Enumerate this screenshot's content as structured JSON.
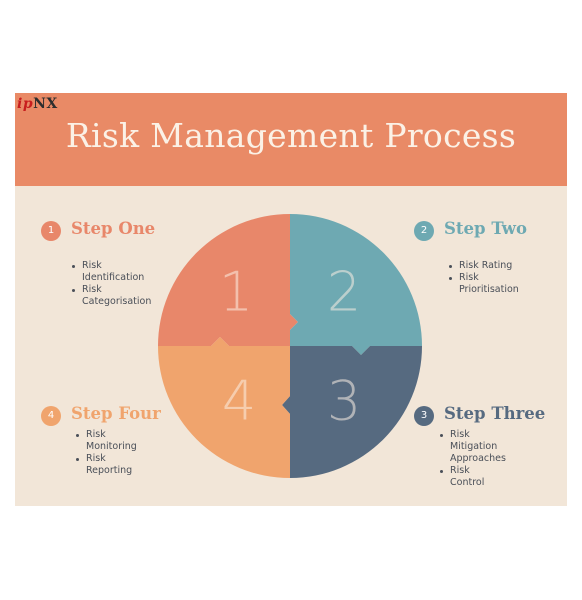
{
  "logo": {
    "part1": "ip",
    "part2": "NX"
  },
  "title": "Risk Management Process",
  "colors": {
    "header": "#e98a66",
    "background": "#f2e6d8",
    "step1": "#e8876a",
    "step2": "#6ea9b2",
    "step3": "#566a80",
    "step4": "#f0a46d"
  },
  "steps": [
    {
      "number": "1",
      "title": "Step One",
      "items": [
        "Risk Identification",
        "Risk Categorisation"
      ]
    },
    {
      "number": "2",
      "title": "Step Two",
      "items": [
        "Risk Rating",
        "Risk Prioritisation"
      ]
    },
    {
      "number": "3",
      "title": "Step Three",
      "items": [
        "Risk Mitigation",
        "Approaches",
        "Risk Control"
      ]
    },
    {
      "number": "4",
      "title": "Step Four",
      "items": [
        "Risk",
        "Monitoring",
        "Risk Reporting"
      ]
    }
  ],
  "wheel": {
    "labels": [
      "1",
      "2",
      "3",
      "4"
    ]
  }
}
